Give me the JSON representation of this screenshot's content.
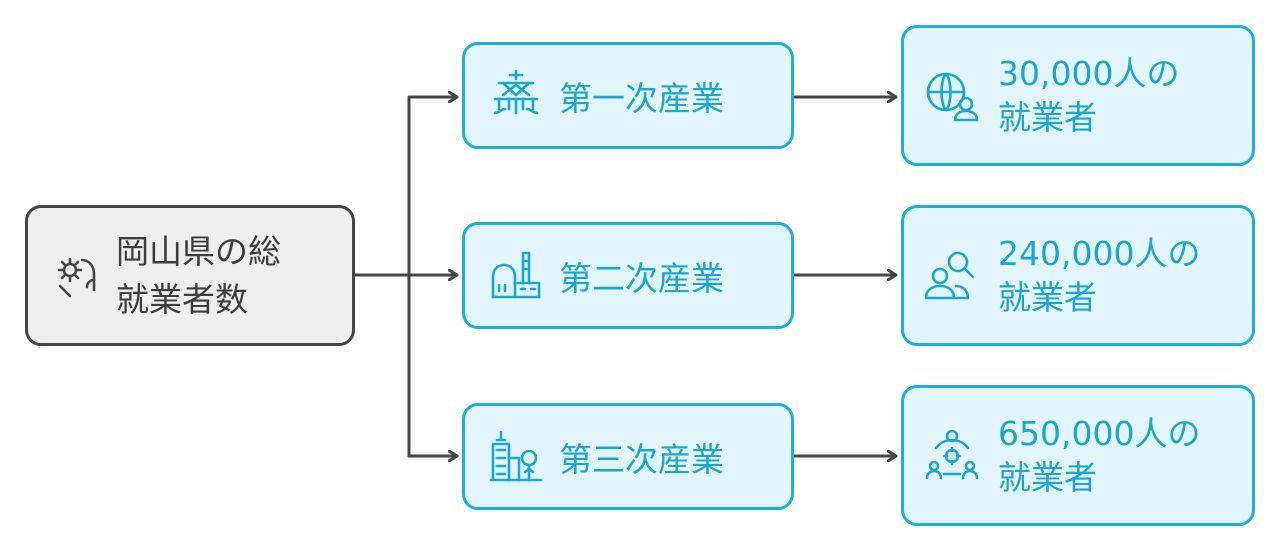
{
  "diagram": {
    "root": {
      "label": "岡山県の総\n就業者数",
      "icon": "hand-gear-icon"
    },
    "sectors": [
      {
        "label": "第一次産業",
        "icon": "agriculture-icon",
        "result": {
          "label": "30,000人の\n就業者",
          "icon": "globe-person-icon"
        }
      },
      {
        "label": "第二次産業",
        "icon": "factory-icon",
        "result": {
          "label": "240,000人の\n就業者",
          "icon": "people-search-icon"
        }
      },
      {
        "label": "第三次産業",
        "icon": "city-tree-icon",
        "result": {
          "label": "650,000人の\n就業者",
          "icon": "people-network-icon"
        }
      }
    ]
  },
  "colors": {
    "root_border": "#454545",
    "root_fill": "#eeeeee",
    "accent": "#1cb0d8",
    "accent_fill": "#e2f5fc",
    "connector": "#454545"
  }
}
